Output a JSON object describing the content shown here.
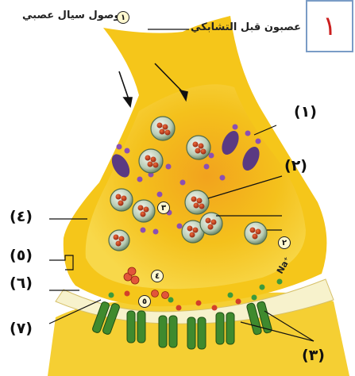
{
  "corner_number": "١",
  "top_labels": {
    "presynaptic": "عصبون قبل التشابكي",
    "arrival": "وصول سيال عصبي",
    "arrival_marker": "١"
  },
  "side_labels": {
    "r1": "(١)",
    "r2": "(٢)",
    "l4": "(٤)",
    "l5": "(٥)",
    "l6": "(٦)",
    "l7": "(٧)",
    "b3": "(٣)"
  },
  "inner_markers": {
    "m2": "٢",
    "m3": "٣",
    "m4": "٤",
    "m5": "٥"
  },
  "ion_label": "Na⁺",
  "colors": {
    "terminal": "#f4c518",
    "cleft": "#f7f2cc",
    "vesicle": "#c7d6c0",
    "neurotransmitter": "#c0401f",
    "channel": "#3f8a2e",
    "calcium_channel": "#5a3a82",
    "frame": "#7a9cc6",
    "corner_number": "#cc1f1f"
  }
}
